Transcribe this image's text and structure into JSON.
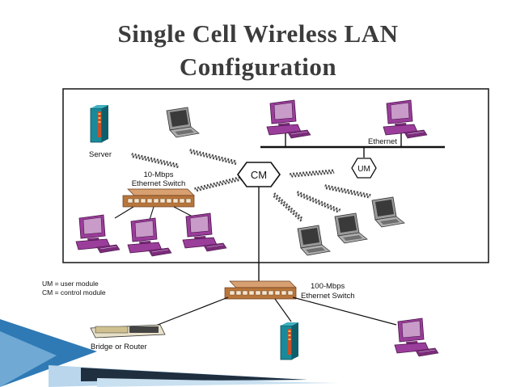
{
  "title": {
    "line1": "Single Cell Wireless LAN",
    "line2": "Configuration"
  },
  "labels": {
    "server": "Server",
    "switch10_line1": "10-Mbps",
    "switch10_line2": "Ethernet Switch",
    "cm": "CM",
    "um": "UM",
    "ethernet": "Ethernet",
    "switch100_line1": "100-Mbps",
    "switch100_line2": "Ethernet Switch",
    "legend_um": "UM = user module",
    "legend_cm": "CM = control module",
    "bridge": "Bridge or Router"
  },
  "colors": {
    "title": "#3c3c3c",
    "pc": "#9b3d9b",
    "pc_dark": "#5a1f5a",
    "laptop": "#8a8a8a",
    "server": "#1a8a9a",
    "server_accent": "#c8502a",
    "switch": "#b8763c",
    "accent_blue": "#2f7ab5"
  }
}
